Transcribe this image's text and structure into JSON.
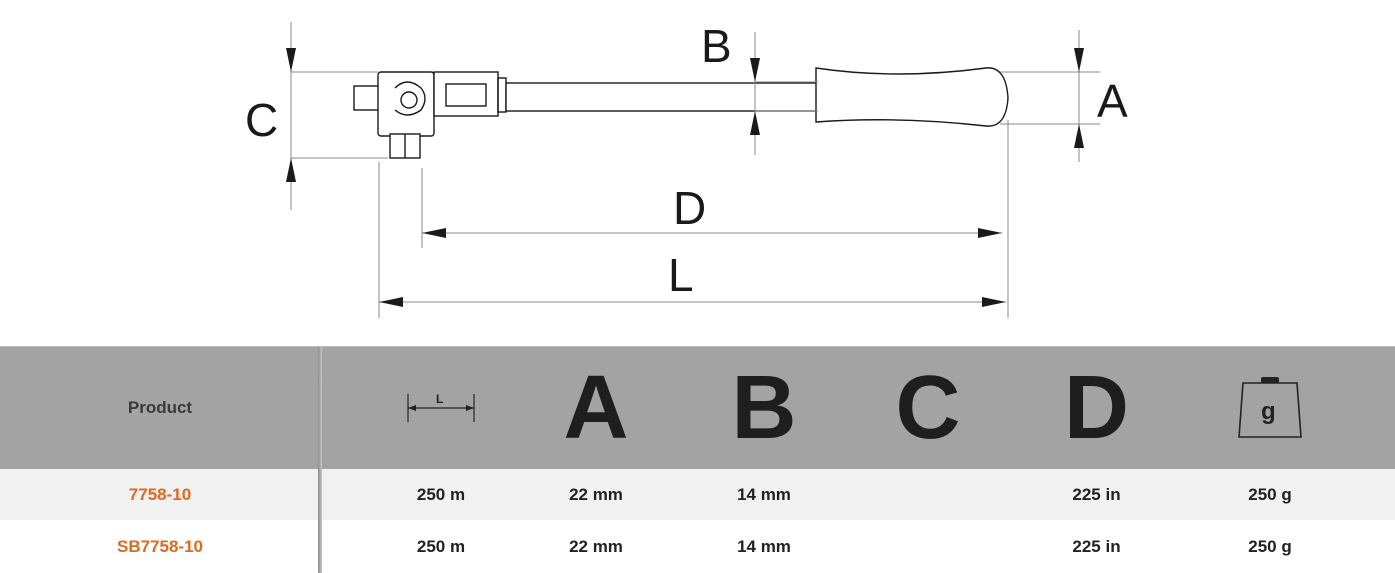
{
  "drawing": {
    "labels": {
      "a": "A",
      "b": "B",
      "c": "C",
      "d": "D",
      "l": "L"
    }
  },
  "table": {
    "header": {
      "product": "Product",
      "length_icon_label": "L",
      "a": "A",
      "b": "B",
      "c": "C",
      "d": "D",
      "weight_icon_label": "g"
    },
    "rows": [
      {
        "product": "7758-10",
        "l": "250 m",
        "a": "22 mm",
        "b": "14 mm",
        "c": "",
        "d": "225 in",
        "weight": "250 g"
      },
      {
        "product": "SB7758-10",
        "l": "250 m",
        "a": "22 mm",
        "b": "14 mm",
        "c": "",
        "d": "225 in",
        "weight": "250 g"
      }
    ],
    "colors": {
      "header_bg": "#a3a3a3",
      "product_link": "#e06a1c",
      "row_alt_bg": "#f1f1f1"
    }
  }
}
